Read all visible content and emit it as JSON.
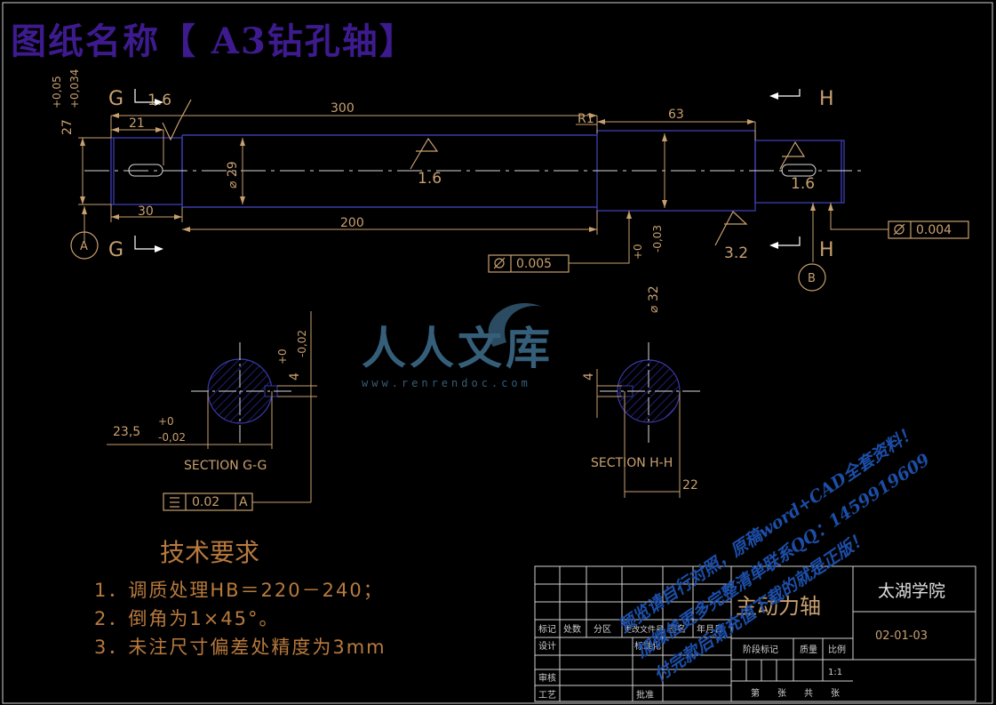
{
  "drawing": {
    "title": "图纸名称【 A3钻孔轴】"
  },
  "dimensions": {
    "len_300": "300",
    "len_63": "63",
    "len_21": "21",
    "len_30": "30",
    "len_200": "200",
    "dia_29": "⌀ 29",
    "dia_32": "⌀ 32",
    "tol_32_upper": "+0",
    "tol_32_lower": "-0,03",
    "dim_27": "27",
    "tol_27_upper": "+0,05",
    "tol_27_lower": "+0,034",
    "radius": "R1",
    "sec_g_depth": "23,5",
    "sec_g_tol_upper": "+0",
    "sec_g_tol_lower": "-0,02",
    "sec_g_width": "4",
    "sec_g_width_tol_upper": "+0",
    "sec_g_width_tol_lower": "-0,02",
    "sec_h_width": "4",
    "sec_h_len": "22"
  },
  "roughness": {
    "r1": "1.6",
    "r2": "1.6",
    "r3": "1.6",
    "r4": "3.2"
  },
  "tolerance_frames": {
    "runout_1": "0.005",
    "runout_2": "0.004",
    "symmetry": "0.02",
    "symmetry_datum": "A"
  },
  "datums": {
    "a": "A",
    "b": "B"
  },
  "section_marks": {
    "g_top": "G",
    "g_bottom": "G",
    "h_top": "H",
    "h_bottom": "H"
  },
  "sections": {
    "g_label": "SECTION G-G",
    "h_label": "SECTION H-H"
  },
  "tech_requirements": {
    "title": "技术要求",
    "items": [
      "1．调质处理HB＝220－240；",
      "2．倒角为1×45°。",
      "3．未注尺寸偏差处精度为3mm"
    ]
  },
  "title_block": {
    "part_name": "主动力轴",
    "school": "太湖学院",
    "drawing_no": "02-01-03",
    "scale": "1:1",
    "rev_headers": [
      "标记",
      "处数",
      "分区",
      "更改文件号",
      "签名",
      "年月日"
    ],
    "design": "设计",
    "standardize": "标准化",
    "check": "审核",
    "process": "工艺",
    "approve": "批准",
    "stage": "阶段标记",
    "weight": "质量",
    "ratio": "比例",
    "sheet_no": "第",
    "sheet_of": "张",
    "total": "共",
    "sheets": "张"
  },
  "watermark": {
    "brand": "人人文库",
    "url": "www.renrendoc.com",
    "line1": "预览请自行对照，原稿word+CAD全套资料！",
    "line2": "加微信更多完整清单联系QQ：1459919609",
    "line3": "付完款后请充值下载的就是正版！"
  },
  "colors": {
    "background": "#000000",
    "outline": "#3a3aa8",
    "dimension": "#c8a070",
    "centerline": "#d8d8d8",
    "frame": "#cfcfcf",
    "title": "#3d1b8f",
    "hatch": "#2a2a9a"
  }
}
